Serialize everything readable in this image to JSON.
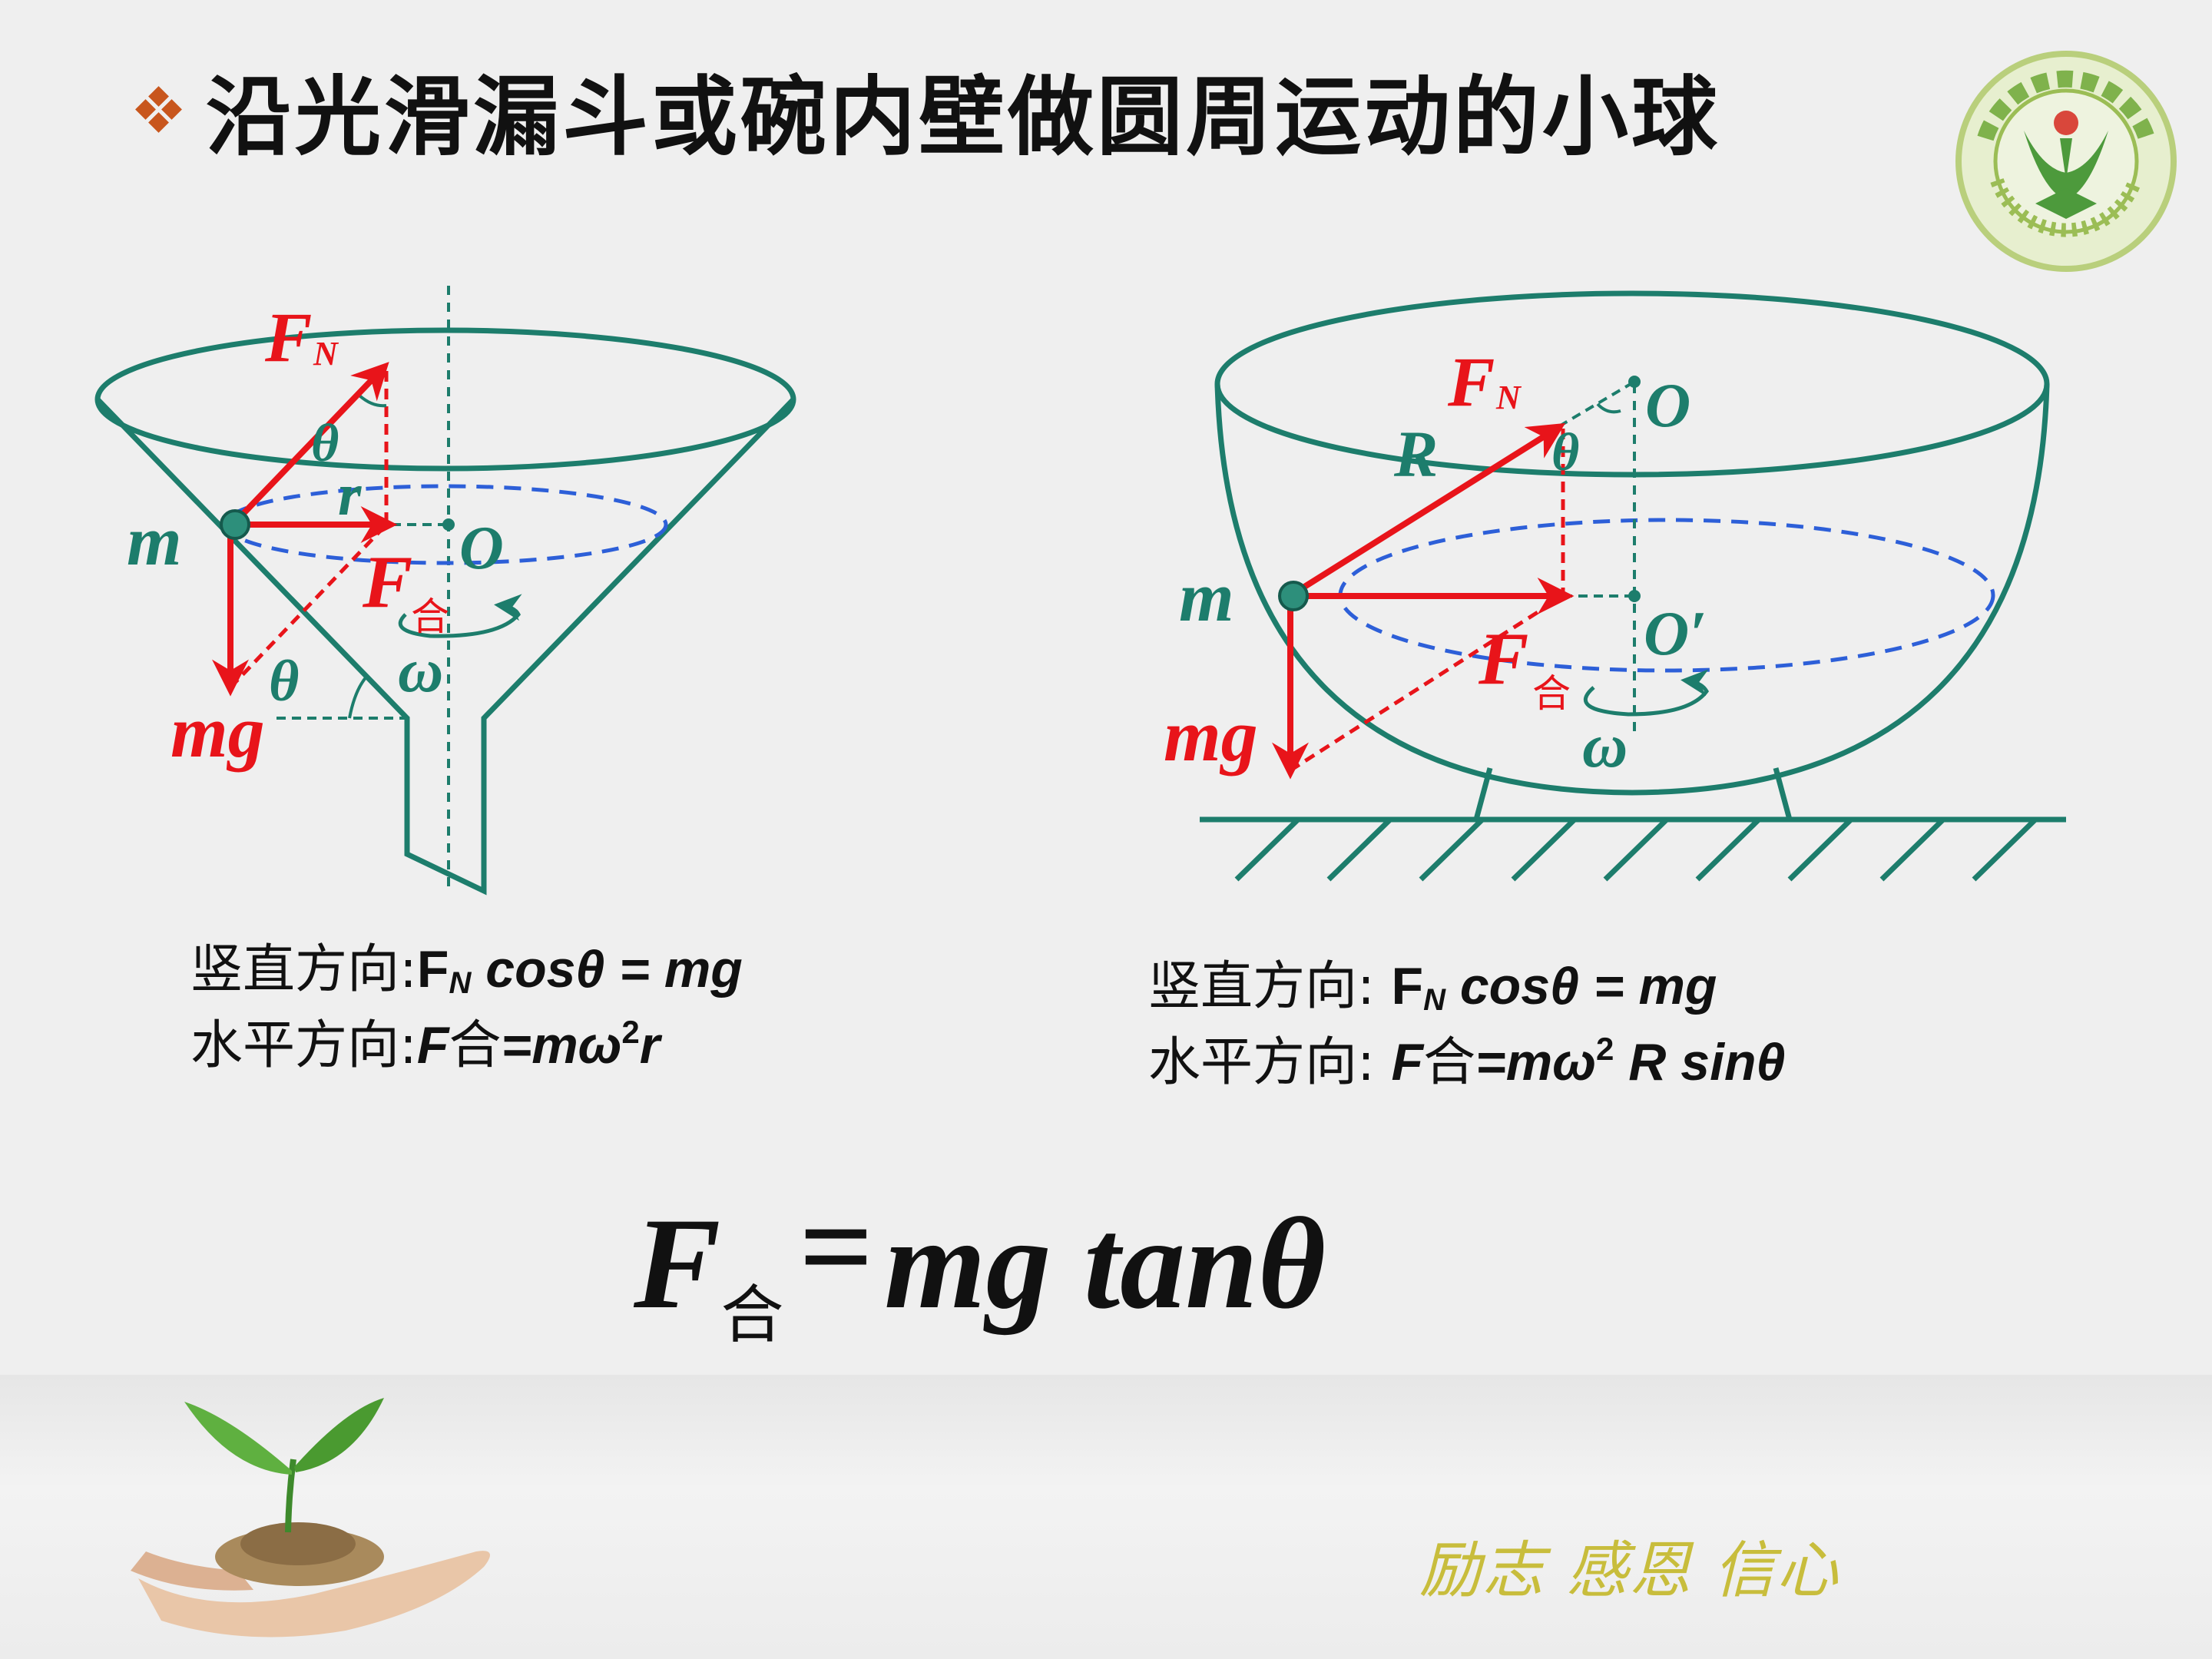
{
  "title": "沿光滑漏斗或碗内壁做圆周运动的小球",
  "colors": {
    "teal": "#1d7d6c",
    "red": "#e8141a",
    "blue_dash": "#2d5fd8",
    "slogan": "#c8bd3c",
    "bullet": "#c8561d"
  },
  "icons": {
    "bullet": "diamond-bullet-icon",
    "logo": "school-logo-icon",
    "plant": "seedling-in-hand-icon"
  },
  "funnel": {
    "label_FN": "F",
    "label_FN_sub": "N",
    "label_theta_top": "θ",
    "label_r": "r",
    "label_m": "m",
    "label_O": "O",
    "label_F": "F",
    "label_F_sub": "合",
    "label_theta_bottom": "θ",
    "label_omega": "ω",
    "label_mg": "mg"
  },
  "bowl": {
    "label_FN": "F",
    "label_FN_sub": "N",
    "label_O": "O",
    "label_R": "R",
    "label_theta": "θ",
    "label_m": "m",
    "label_O_prime": "O′",
    "label_F": "F",
    "label_F_sub": "合",
    "label_mg": "mg",
    "label_omega": "ω"
  },
  "equations": {
    "left": {
      "vertical_prefix": "竖直方向:",
      "vertical_F": "F",
      "vertical_sub": "N",
      "vertical_rest": " cosθ = mg",
      "horizontal_prefix": "水平方向:",
      "horizontal_F": "F",
      "horizontal_he": "合",
      "horizontal_mid": "=mω",
      "horizontal_exp": "2",
      "horizontal_end": "r"
    },
    "right": {
      "vertical_prefix": "竖直方向:  ",
      "vertical_F": "F",
      "vertical_sub": "N",
      "vertical_rest": " cosθ = mg",
      "horizontal_prefix": "水平方向:  ",
      "horizontal_F": "F",
      "horizontal_he": "合",
      "horizontal_mid": "=mω",
      "horizontal_exp": "2",
      "horizontal_end": " R sinθ"
    }
  },
  "summary": {
    "F": "F",
    "sub": "合",
    "eq": "=",
    "rest": "mg tanθ"
  },
  "slogan": "励志 感恩 信心"
}
